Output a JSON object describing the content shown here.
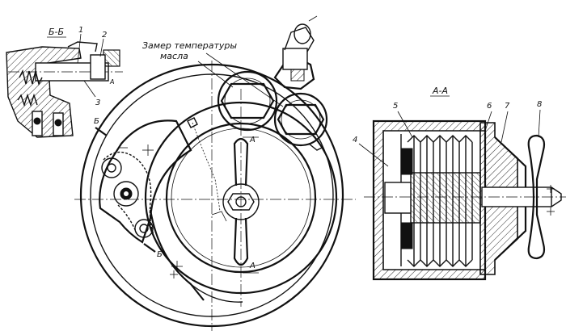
{
  "labels": {
    "section_bb": "Б-Б",
    "section_aa": "А-А",
    "oil_temp_line1": "Замер температуры",
    "oil_temp_line2": "масла",
    "cut_a_top": "A",
    "cut_a_bottom": "A",
    "cut_b_top": "Б",
    "cut_b_bottom": "Б",
    "part_1": "1",
    "part_2": "2",
    "part_3": "3",
    "part_4": "4",
    "part_5": "5",
    "part_6": "6",
    "part_7": "7",
    "part_8": "8"
  }
}
